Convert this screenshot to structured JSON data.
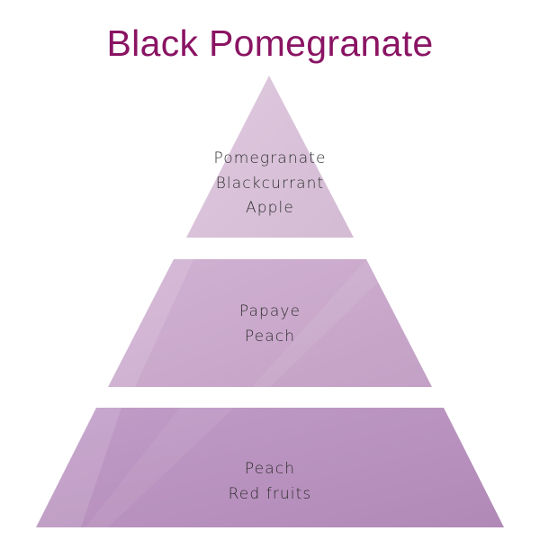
{
  "title": "Black Pomegranate",
  "colors": {
    "title": "#8a1463",
    "tier_top": "#dcc3dc",
    "tier_middle": "#cba7cd",
    "tier_bottom": "#b88fbf",
    "text": "#2e2e2e"
  },
  "tiers": [
    {
      "notes": [
        "Pomegranate",
        "Blackcurrant",
        "Apple"
      ]
    },
    {
      "notes": [
        "Papaye",
        "Peach"
      ]
    },
    {
      "notes": [
        "Peach",
        "Red fruits"
      ]
    }
  ]
}
